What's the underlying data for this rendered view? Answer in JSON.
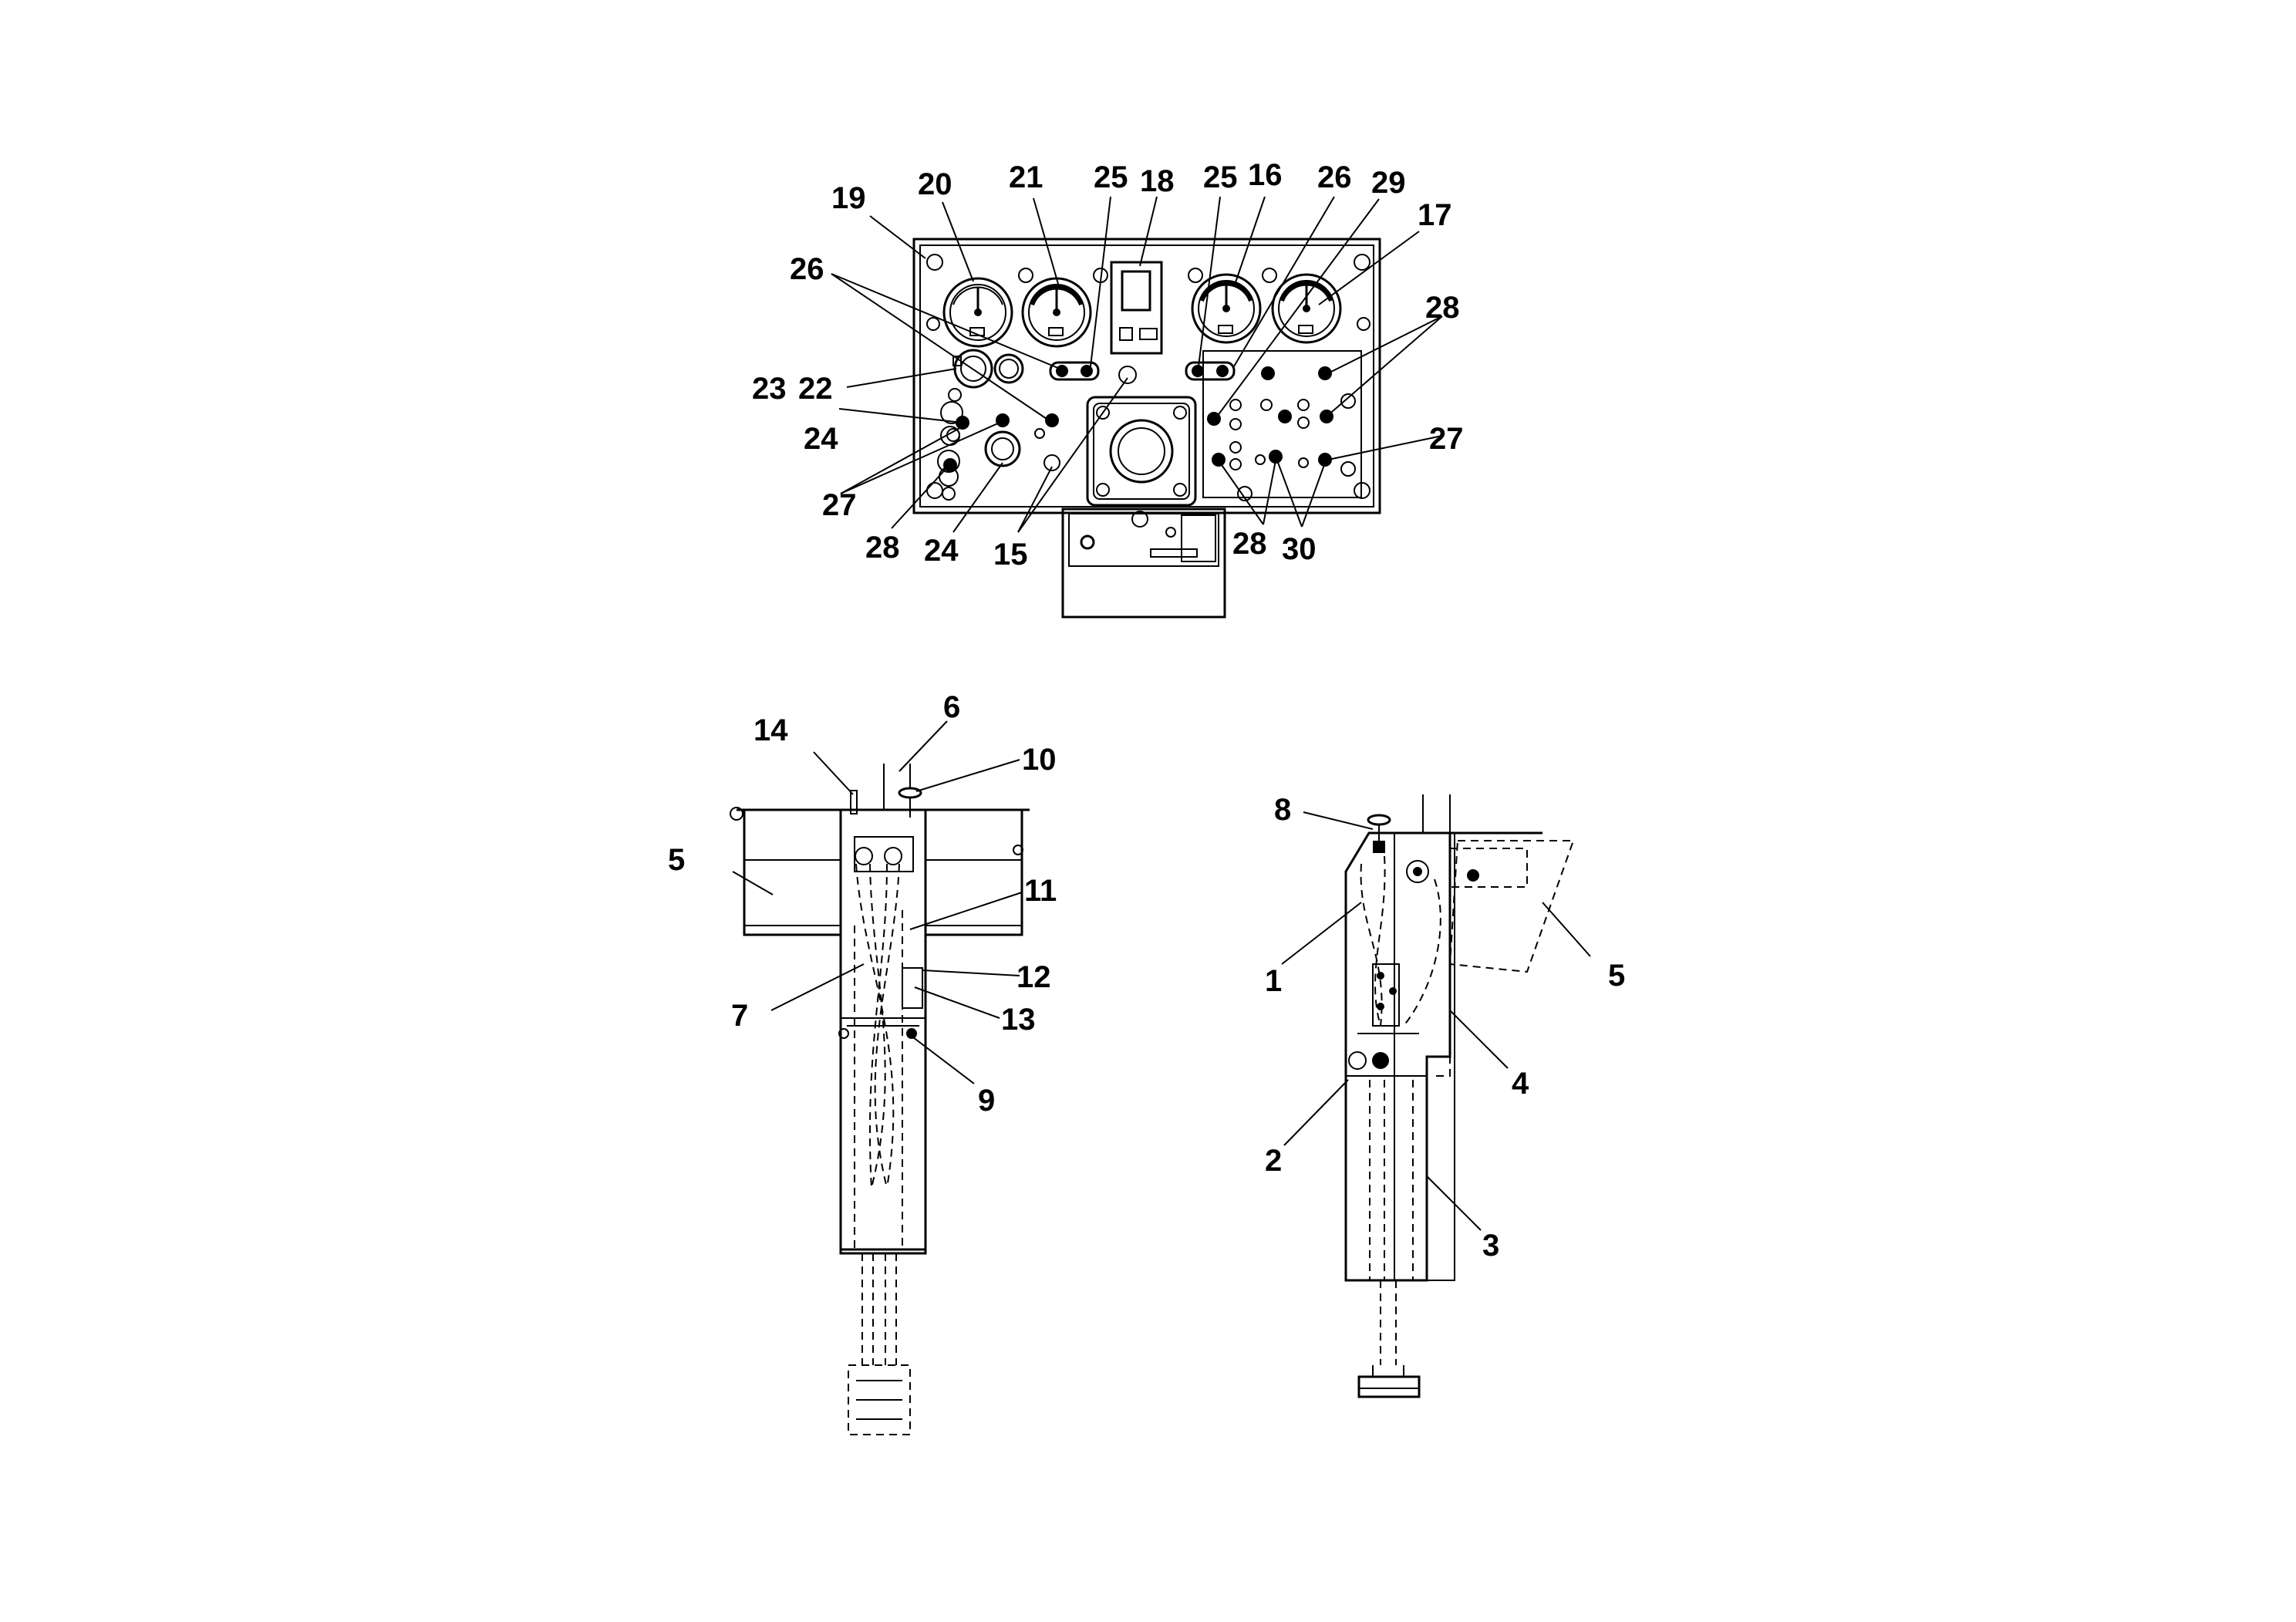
{
  "callouts": {
    "c1": "1",
    "c2": "2",
    "c3": "3",
    "c4": "4",
    "c5a": "5",
    "c5b": "5",
    "c6": "6",
    "c7": "7",
    "c8": "8",
    "c9": "9",
    "c10": "10",
    "c11": "11",
    "c12": "12",
    "c13": "13",
    "c14": "14",
    "c15": "15",
    "c16": "16",
    "c17": "17",
    "c18": "18",
    "c19": "19",
    "c20": "20",
    "c21": "21",
    "c22": "22",
    "c23": "23",
    "c24a": "24",
    "c24b": "24",
    "c25a": "25",
    "c25b": "25",
    "c26a": "26",
    "c26b": "26",
    "c27a": "27",
    "c27b": "27",
    "c28a": "28",
    "c28b": "28",
    "c28c": "28",
    "c29": "29",
    "c30": "30"
  }
}
